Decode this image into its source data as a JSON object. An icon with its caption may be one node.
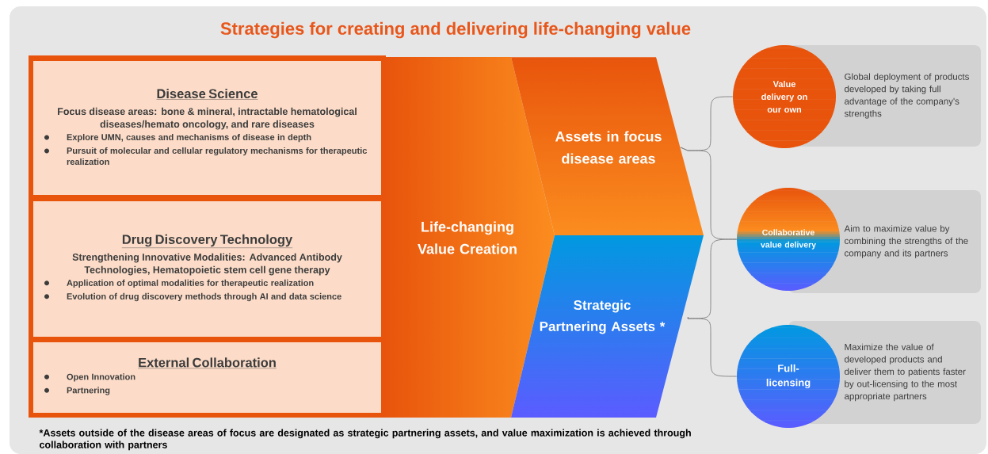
{
  "diagram": {
    "title": "Strategies for creating and delivering life-changing value",
    "nodes": [
      {
        "text": [
          "Disease Science",
          "Focus disease areas: bone & mineral, intractable hematological diseases/hemato oncology, and rare diseases",
          "Explore UMN, causes and mechanisms of disease in depth",
          "Pursuit of molecular and cellular regulatory mechanisms for therapeutic realization"
        ]
      },
      {
        "text": [
          "Drug Discovery Technology",
          "Strengthening Innovative Modalities: Advanced Antibody Technologies, Hematopoietic stem cell gene therapy",
          "Application of optimal modalities for therapeutic realization",
          "Evolution of drug discovery methods through AI and data science"
        ]
      },
      {
        "text": [
          "External Collaboration",
          "Open Innovation",
          "Partnering"
        ]
      },
      {
        "text": [
          "Life-changing Value Creation"
        ]
      },
      {
        "text": [
          "Assets in focus disease areas"
        ]
      },
      {
        "text": [
          "Strategic Partnering Assets *"
        ]
      },
      {
        "text": [
          "Value delivery on our own"
        ]
      },
      {
        "text": [
          "Global deployment of products developed by taking full advantage of the company's strengths"
        ]
      },
      {
        "text": [
          "Collaborative value delivery"
        ]
      },
      {
        "text": [
          "Aim to maximize value by combining the strengths of the company and its partners"
        ]
      },
      {
        "text": [
          "Full-licensing"
        ]
      },
      {
        "text": [
          "Maximize the value of developed products and deliver them to patients faster by out-licensing to the most appropriate partners"
        ]
      }
    ],
    "edges": [
      {
        "from": 4,
        "to": 6,
        "arrow": "none"
      },
      {
        "from": 4,
        "to": 8,
        "arrow": "none"
      },
      {
        "from": 5,
        "to": 8,
        "arrow": "none"
      },
      {
        "from": 5,
        "to": 10,
        "arrow": "none"
      }
    ],
    "labels": [
      "*Assets outside of the disease areas of focus are designated as strategic partnering assets, and value maximization is achieved through collaboration with partners"
    ]
  }
}
